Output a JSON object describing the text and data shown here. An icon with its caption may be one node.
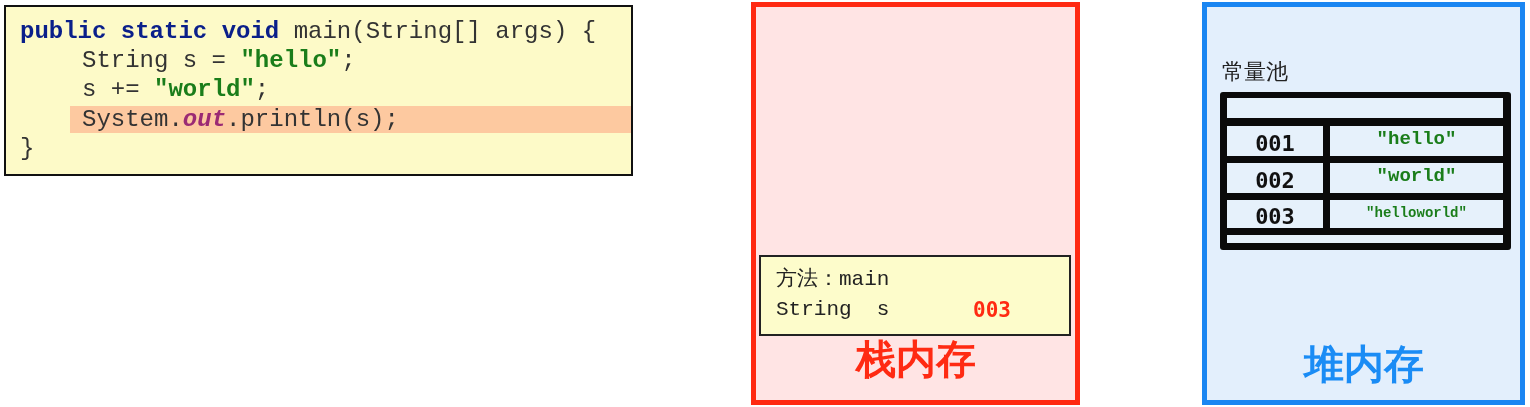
{
  "diagram": {
    "nodes": [
      {
        "text": [
          "**public static void** main(String[] args) {",
          "String s = **\"hello\"**;",
          "s += **\"world\"**;",
          "System.*out*.println(s);",
          "}"
        ]
      },
      {
        "text": [
          "栈内存"
        ]
      },
      {
        "text": [
          "方法：main",
          "String  s",
          "003"
        ],
        "in": 1
      },
      {
        "text": [
          "堆内存"
        ]
      },
      {
        "text": [
          "常量池"
        ],
        "in": 3
      },
      {
        "text": [],
        "shape": "bar",
        "in": 4
      },
      {
        "text": [
          "001"
        ],
        "in": 4
      },
      {
        "text": [
          "\"hello\""
        ],
        "in": 4
      },
      {
        "text": [
          "002"
        ],
        "in": 4
      },
      {
        "text": [
          "\"world\""
        ],
        "in": 4
      },
      {
        "text": [
          "003"
        ],
        "in": 4
      },
      {
        "text": [
          "\"helloworld\""
        ],
        "in": 4
      },
      {
        "text": [],
        "shape": "bar",
        "in": 4
      }
    ]
  }
}
